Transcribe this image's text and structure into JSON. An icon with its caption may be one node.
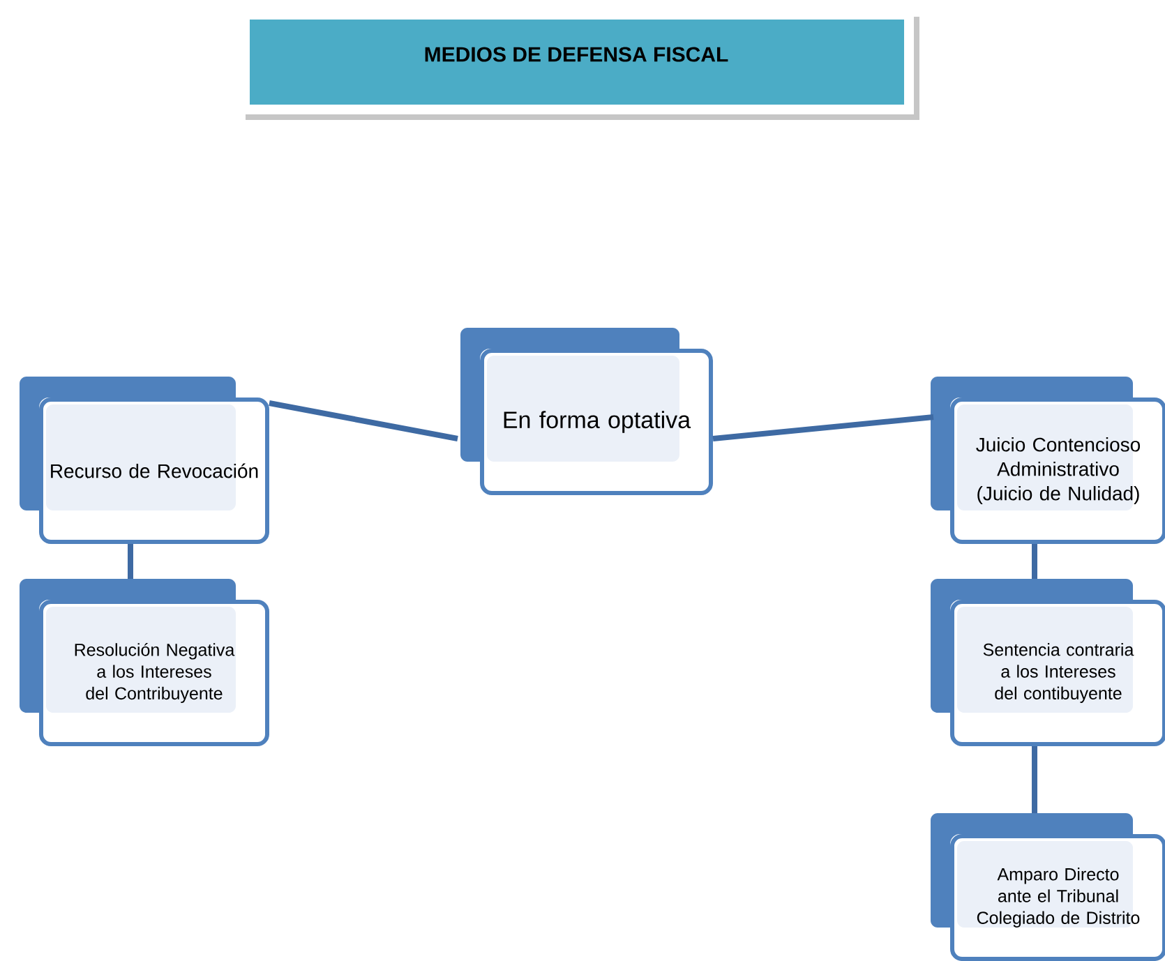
{
  "diagram": {
    "title": "MEDIOS DE DEFENSA FISCAL",
    "nodes": [
      {
        "text": [
          "En forma optativa"
        ]
      },
      {
        "text": [
          "Recurso de Revocación"
        ]
      },
      {
        "text": [
          "Resolución Negativa a los Intereses del Contribuyente"
        ]
      },
      {
        "text": [
          "Juicio Contencioso Administrativo (Juicio de Nulidad)"
        ]
      },
      {
        "text": [
          "Sentencia contraria a los Intereses del contibuyente"
        ]
      },
      {
        "text": [
          "Amparo Directo ante el Tribunal Colegiado de Distrito"
        ]
      }
    ],
    "edges": [
      {
        "from": 0,
        "to": 1,
        "arrow": "none"
      },
      {
        "from": 0,
        "to": 3,
        "arrow": "none"
      },
      {
        "from": 1,
        "to": 2,
        "arrow": "none"
      },
      {
        "from": 3,
        "to": 4,
        "arrow": "none"
      },
      {
        "from": 4,
        "to": 5,
        "arrow": "none"
      }
    ]
  }
}
